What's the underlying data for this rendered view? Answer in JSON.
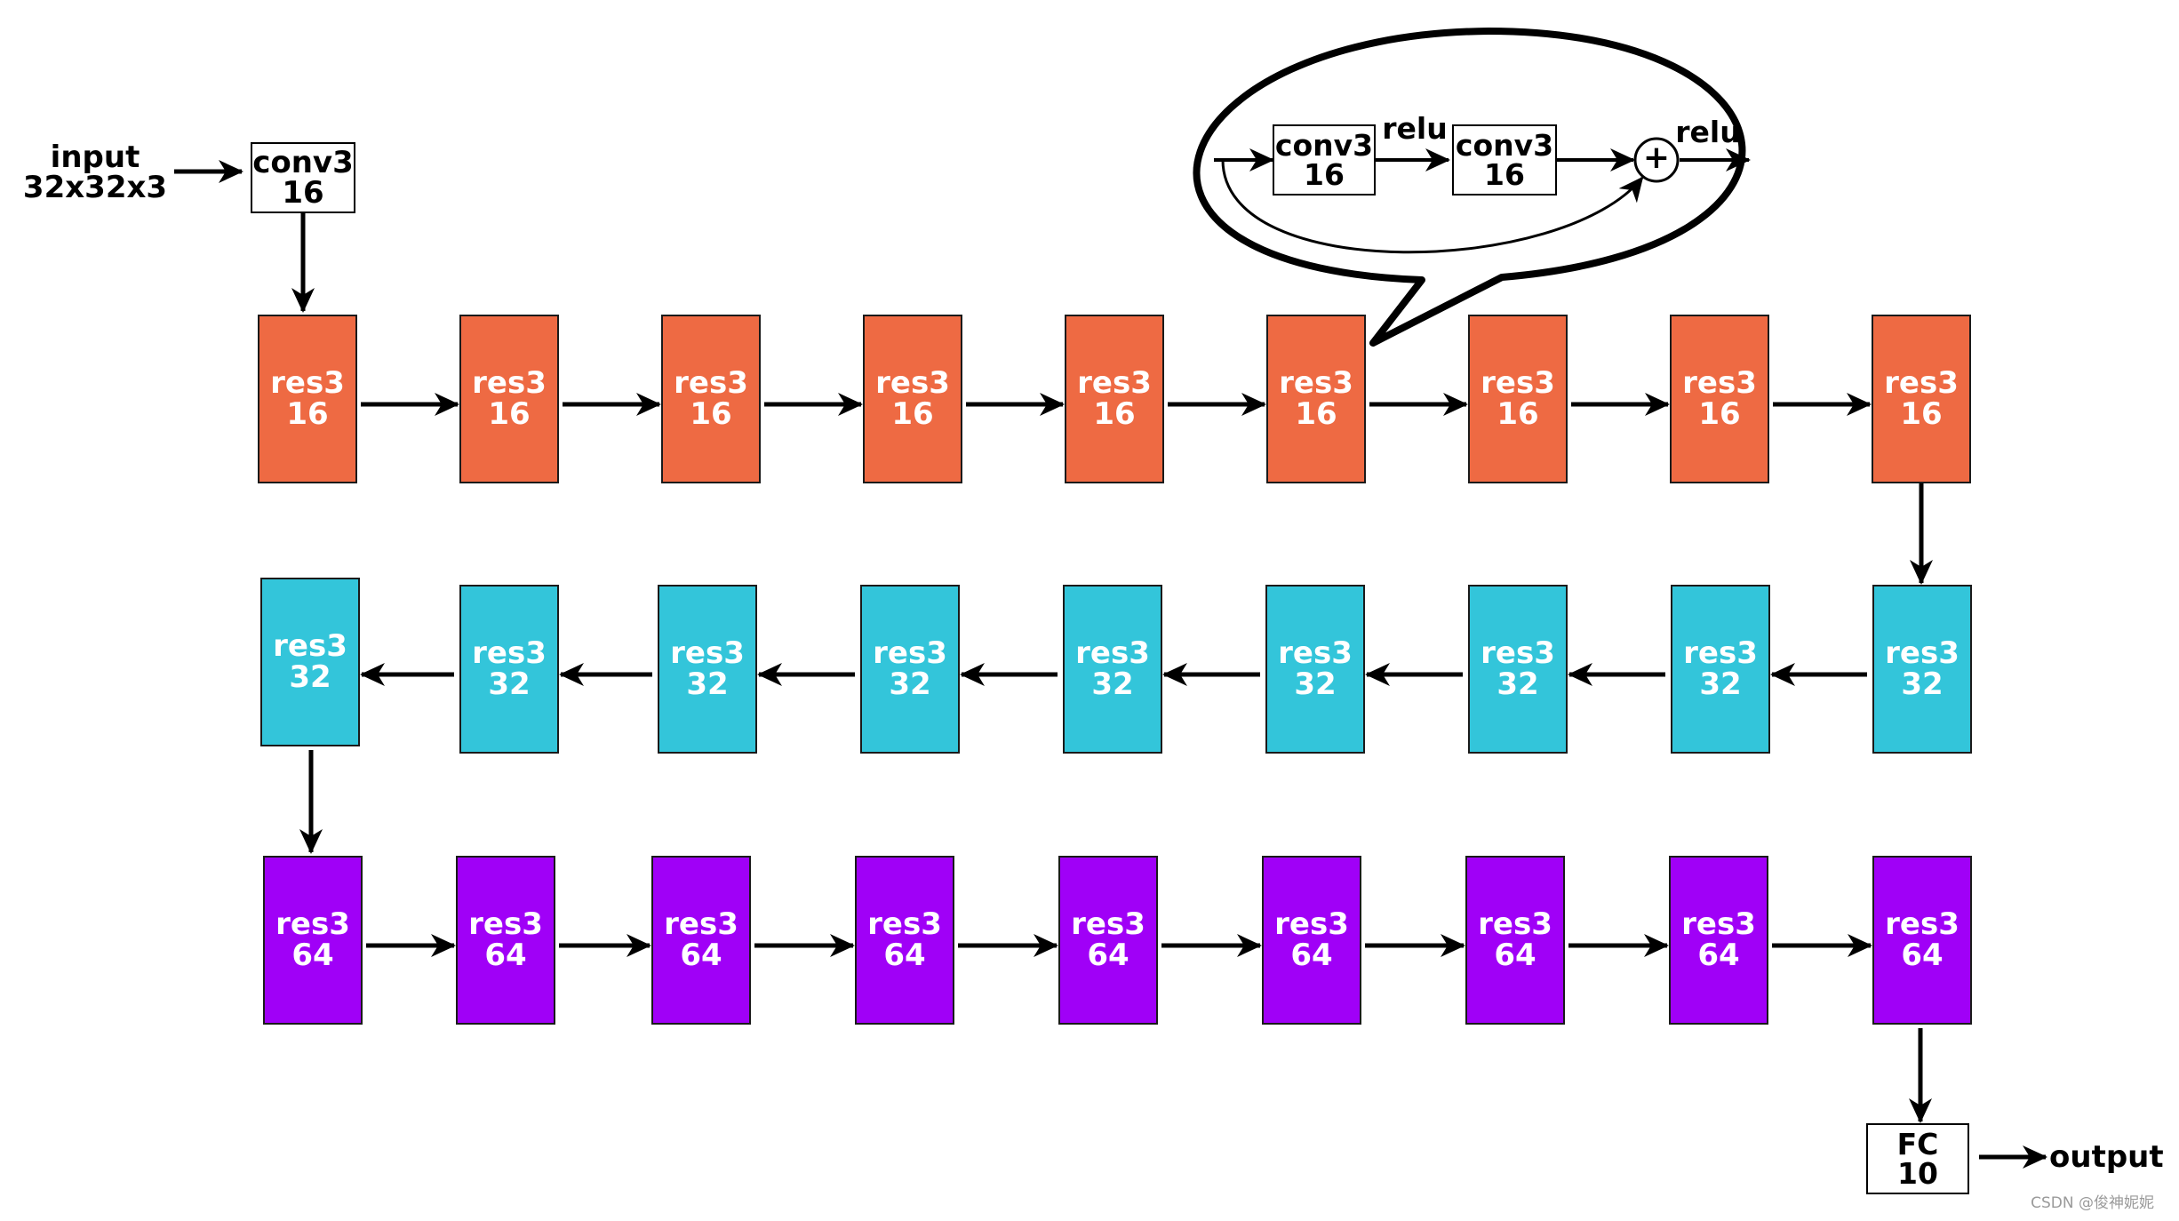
{
  "input": {
    "line1": "input",
    "line2": "32x32x3"
  },
  "stem": {
    "line1": "conv3",
    "line2": "16"
  },
  "detail": {
    "conv_a": {
      "line1": "conv3",
      "line2": "16"
    },
    "conv_b": {
      "line1": "conv3",
      "line2": "16"
    },
    "relu1": "relu",
    "relu2": "relu",
    "plus": "+"
  },
  "rows": [
    {
      "color": "#ee6a43",
      "label1": "res3",
      "label2": "16",
      "count": 9
    },
    {
      "color": "#33c5da",
      "label1": "res3",
      "label2": "32",
      "count": 9
    },
    {
      "color": "#a000f7",
      "label1": "res3",
      "label2": "64",
      "count": 9
    }
  ],
  "fc": {
    "line1": "FC",
    "line2": "10"
  },
  "output": "output",
  "watermark": "CSDN @俊神妮妮"
}
